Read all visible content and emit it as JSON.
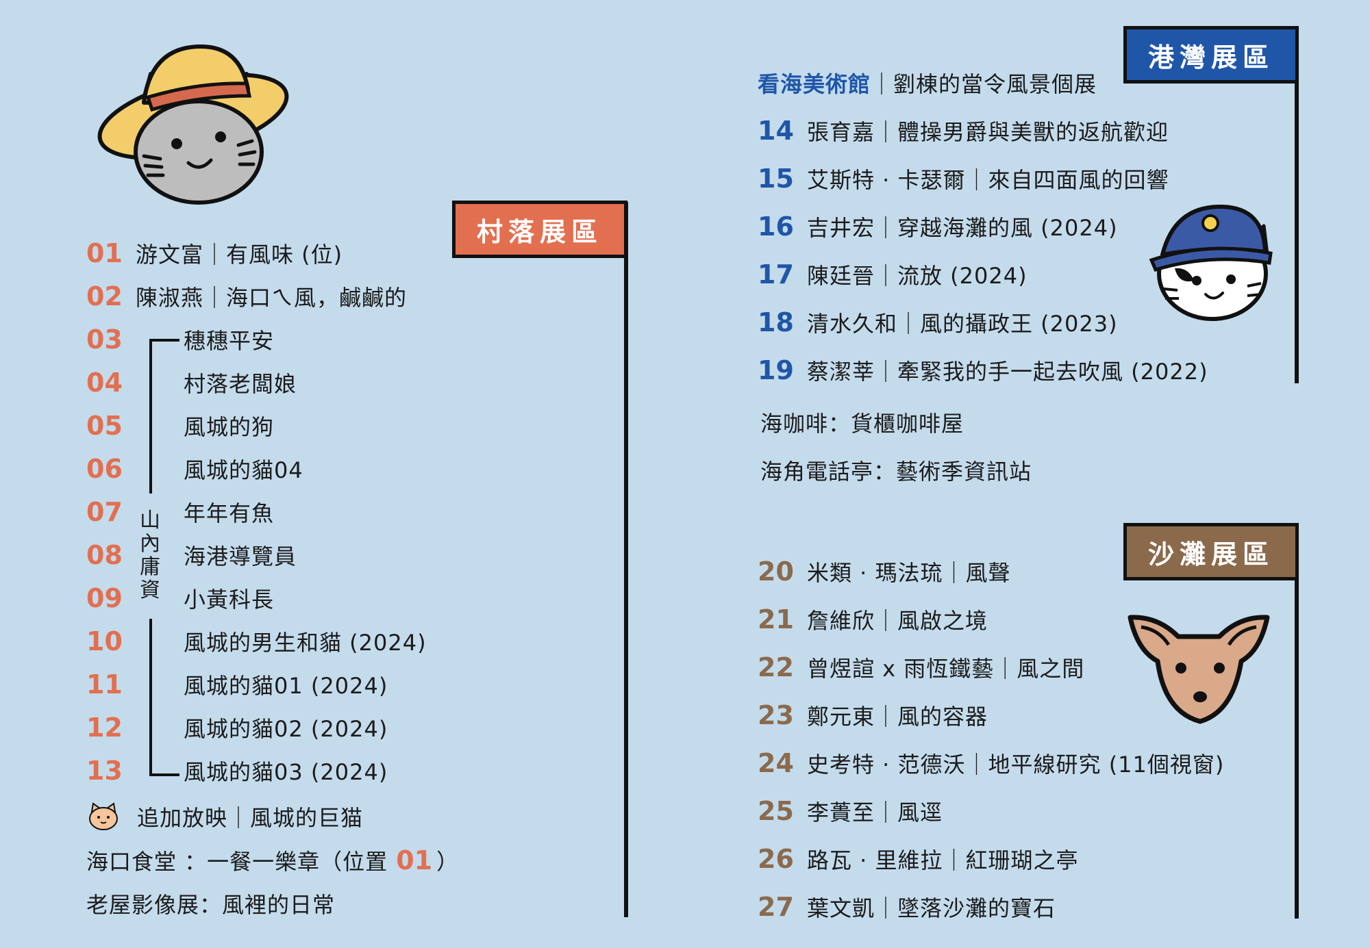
{
  "colors": {
    "background": "#c4dbec",
    "village": "#e26f50",
    "harbor": "#1f56a8",
    "beach": "#8b6a4c"
  },
  "village": {
    "title": "村落展區",
    "items": [
      {
        "num": "01",
        "text": "游文富｜有風味 (位)"
      },
      {
        "num": "02",
        "text": "陳淑燕｜海口ㄟ風，鹹鹹的"
      },
      {
        "num": "03",
        "text": "穗穗平安"
      },
      {
        "num": "04",
        "text": "村落老闆娘"
      },
      {
        "num": "05",
        "text": "風城的狗"
      },
      {
        "num": "06",
        "text": "風城的貓04"
      },
      {
        "num": "07",
        "text": "年年有魚"
      },
      {
        "num": "08",
        "text": "海港導覽員"
      },
      {
        "num": "09",
        "text": "小黃科長"
      },
      {
        "num": "10",
        "text": "風城的男生和貓 (2024)"
      },
      {
        "num": "11",
        "text": "風城的貓01 (2024)"
      },
      {
        "num": "12",
        "text": "風城的貓02 (2024)"
      },
      {
        "num": "13",
        "text": "風城的貓03 (2024)"
      }
    ],
    "artist_vertical": [
      "山",
      "內",
      "庸",
      "資"
    ],
    "bonus": "追加放映｜風城的巨猫",
    "food_label": "海口食堂 ：一餐一樂章（位置",
    "food_num": "01",
    "food_end": "）",
    "old_house": "老屋影像展：風裡的日常"
  },
  "harbor": {
    "title": "港灣展區",
    "museum_name": "看海美術館",
    "museum_text": "｜劉棟的當令風景個展",
    "items": [
      {
        "num": "14",
        "text": "張育嘉｜體操男爵與美獸的返航歡迎"
      },
      {
        "num": "15",
        "text": "艾斯特 · 卡瑟爾｜來自四面風的回響"
      },
      {
        "num": "16",
        "text": "吉井宏｜穿越海灘的風 (2024)"
      },
      {
        "num": "17",
        "text": "陳廷晉｜流放 (2024)"
      },
      {
        "num": "18",
        "text": "清水久和｜風的攝政王 (2023)"
      },
      {
        "num": "19",
        "text": "蔡潔莘｜牽緊我的手一起去吹風 (2022)"
      }
    ],
    "cafe": "海咖啡：貨櫃咖啡屋",
    "booth": "海角電話亭：藝術季資訊站"
  },
  "beach": {
    "title": "沙灘展區",
    "items": [
      {
        "num": "20",
        "text": "米類 · 瑪法琉｜風聲"
      },
      {
        "num": "21",
        "text": "詹維欣｜風啟之境"
      },
      {
        "num": "22",
        "text": "曾煜諠 x 雨恆鐵藝｜風之間"
      },
      {
        "num": "23",
        "text": "鄭元東｜風的容器"
      },
      {
        "num": "24",
        "text": "史考特 · 范德沃｜地平線研究 (11個視窗)"
      },
      {
        "num": "25",
        "text": "李蕢至｜風逕"
      },
      {
        "num": "26",
        "text": "路瓦 · 里維拉｜紅珊瑚之亭"
      },
      {
        "num": "27",
        "text": "葉文凱｜墜落沙灘的寶石"
      }
    ]
  },
  "icons": [
    "cat-with-straw-hat-icon",
    "cat-police-cap-icon",
    "dog-icon",
    "cat-face-small-icon"
  ]
}
